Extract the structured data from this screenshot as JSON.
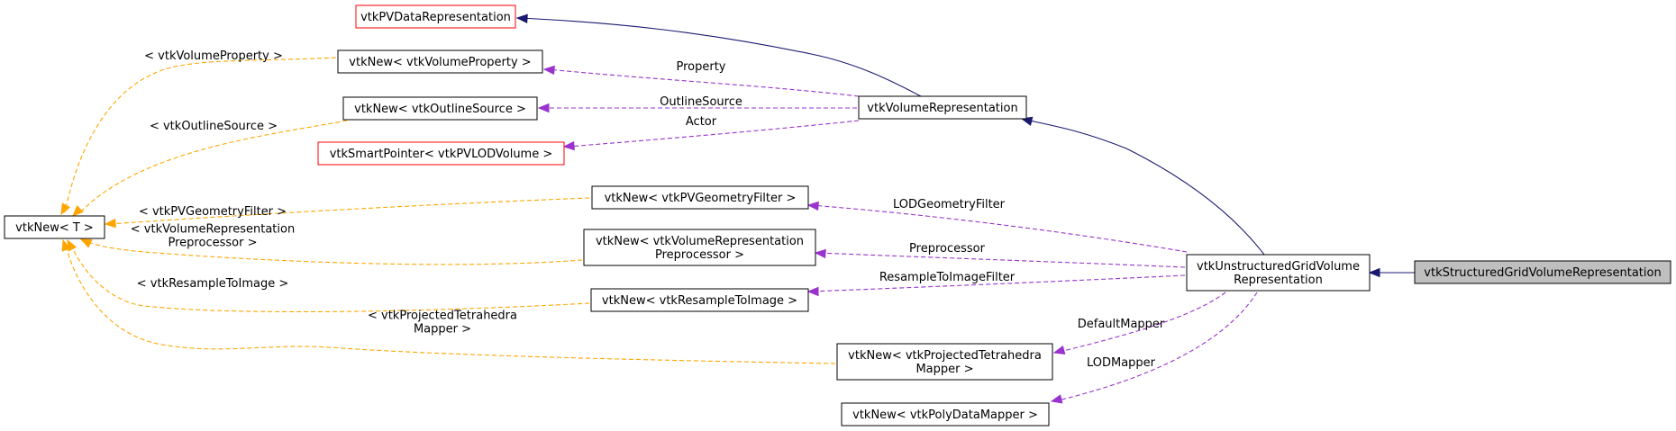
{
  "nodes": {
    "vtk_pv_data_representation": {
      "lines": [
        "vtkPVDataRepresentation"
      ],
      "border": "#ff0000"
    },
    "vtk_new_volume_property": {
      "lines": [
        "vtkNew< vtkVolumeProperty >"
      ],
      "border": "#000000"
    },
    "vtk_new_outline_source": {
      "lines": [
        "vtkNew< vtkOutlineSource >"
      ],
      "border": "#000000"
    },
    "vtk_smart_pointer_pvlod_volume": {
      "lines": [
        "vtkSmartPointer< vtkPVLODVolume >"
      ],
      "border": "#ff0000"
    },
    "vtk_volume_representation": {
      "lines": [
        "vtkVolumeRepresentation"
      ],
      "border": "#000000"
    },
    "vtk_new_t": {
      "lines": [
        "vtkNew< T >"
      ],
      "border": "#000000"
    },
    "vtk_new_pv_geometry_filter": {
      "lines": [
        "vtkNew< vtkPVGeometryFilter >"
      ],
      "border": "#000000"
    },
    "vtk_new_volume_representation_preprocessor": {
      "lines": [
        "vtkNew< vtkVolumeRepresentation",
        "Preprocessor >"
      ],
      "border": "#000000"
    },
    "vtk_new_resample_to_image": {
      "lines": [
        "vtkNew< vtkResampleToImage >"
      ],
      "border": "#000000"
    },
    "vtk_new_projected_tetrahedra_mapper": {
      "lines": [
        "vtkNew< vtkProjectedTetrahedra",
        "Mapper >"
      ],
      "border": "#000000"
    },
    "vtk_new_poly_data_mapper": {
      "lines": [
        "vtkNew< vtkPolyDataMapper >"
      ],
      "border": "#000000"
    },
    "vtk_unstructured_grid_volume_representation": {
      "lines": [
        "vtkUnstructuredGridVolume",
        "Representation"
      ],
      "border": "#000000"
    },
    "vtk_structured_grid_volume_representation": {
      "lines": [
        "vtkStructuredGridVolumeRepresentation"
      ],
      "border": "#000000",
      "fill": "#bfbfbf"
    }
  },
  "edges": {
    "volume_property_template": {
      "label": [
        "< vtkVolumeProperty >"
      ],
      "color": "#ffa500"
    },
    "outline_source_template": {
      "label": [
        "< vtkOutlineSource >"
      ],
      "color": "#ffa500"
    },
    "pv_geometry_filter_template": {
      "label": [
        "< vtkPVGeometryFilter >"
      ],
      "color": "#ffa500"
    },
    "volume_representation_preprocessor_template": {
      "label": [
        "< vtkVolumeRepresentation",
        "Preprocessor >"
      ],
      "color": "#ffa500"
    },
    "resample_to_image_template": {
      "label": [
        "< vtkResampleToImage >"
      ],
      "color": "#ffa500"
    },
    "projected_tetrahedra_mapper_template": {
      "label": [
        "< vtkProjectedTetrahedra",
        "Mapper >"
      ],
      "color": "#ffa500"
    },
    "property": {
      "label": [
        "Property"
      ],
      "color": "#9a32cd"
    },
    "outline_source": {
      "label": [
        "OutlineSource"
      ],
      "color": "#9a32cd"
    },
    "actor": {
      "label": [
        "Actor"
      ],
      "color": "#9a32cd"
    },
    "lod_geometry_filter": {
      "label": [
        "LODGeometryFilter"
      ],
      "color": "#9a32cd"
    },
    "preprocessor": {
      "label": [
        "Preprocessor"
      ],
      "color": "#9a32cd"
    },
    "resample_to_image_filter": {
      "label": [
        "ResampleToImageFilter"
      ],
      "color": "#9a32cd"
    },
    "default_mapper": {
      "label": [
        "DefaultMapper"
      ],
      "color": "#9a32cd"
    },
    "lod_mapper": {
      "label": [
        "LODMapper"
      ],
      "color": "#9a32cd"
    },
    "inherit_pv_data_representation": {
      "label": [],
      "color": "#191970"
    },
    "inherit_volume_representation": {
      "label": [],
      "color": "#191970"
    },
    "inherit_unstructured_grid_volume_representation": {
      "label": [],
      "color": "#191970"
    }
  }
}
